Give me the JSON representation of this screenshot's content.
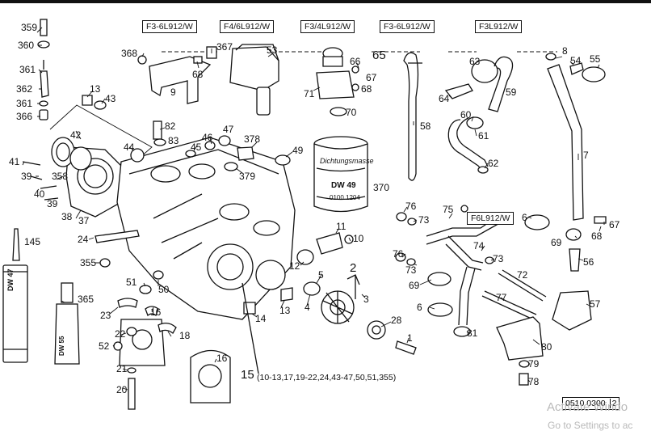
{
  "diagram": {
    "group_labels": [
      {
        "id": "g1",
        "text": "F3-6L912/W"
      },
      {
        "id": "g2",
        "text": "F4/6L912/W"
      },
      {
        "id": "g3",
        "text": "F3/4L912/W"
      },
      {
        "id": "g4",
        "text": "F3-6L912/W"
      },
      {
        "id": "g5",
        "text": "F3L912/W"
      },
      {
        "id": "g6",
        "text": "F6L912/W"
      }
    ],
    "refs": [
      "359",
      "360",
      "361",
      "362",
      "361",
      "366",
      "13",
      "43",
      "368",
      "367",
      "9",
      "68",
      "53",
      "66",
      "65",
      "67",
      "68",
      "71",
      "70",
      "58",
      "63",
      "59",
      "64",
      "60",
      "61",
      "62",
      "8",
      "54",
      "55",
      "7",
      "42",
      "82",
      "83",
      "46",
      "47",
      "45",
      "378",
      "379",
      "44",
      "41",
      "39",
      "358",
      "40",
      "39",
      "38",
      "37",
      "49",
      "370",
      "145",
      "24",
      "355",
      "76",
      "73",
      "75",
      "6",
      "67",
      "69",
      "68",
      "11",
      "10",
      "12",
      "5",
      "2",
      "4",
      "3",
      "76",
      "73",
      "74",
      "69",
      "72",
      "73",
      "56",
      "51",
      "50",
      "13",
      "365",
      "23",
      "16",
      "22",
      "18",
      "14",
      "77",
      "57",
      "6",
      "81",
      "28",
      "1",
      "80",
      "52",
      "21",
      "16",
      "20",
      "15",
      "79",
      "78"
    ],
    "callout_note": "(10-13,17,19-22,24,43-47,50,51,355)",
    "can_label_line1": "Dichtungsmasse",
    "can_label_line2": "DW 49",
    "can_label_line3": "0100 1204",
    "tube_label": "DW 47",
    "bottle_label": "DW 55",
    "drawing_number": "0510 0300",
    "drawing_sheet": "2"
  },
  "overlay": {
    "line1": "Activate Windo",
    "line2": "Go to Settings to ac"
  }
}
